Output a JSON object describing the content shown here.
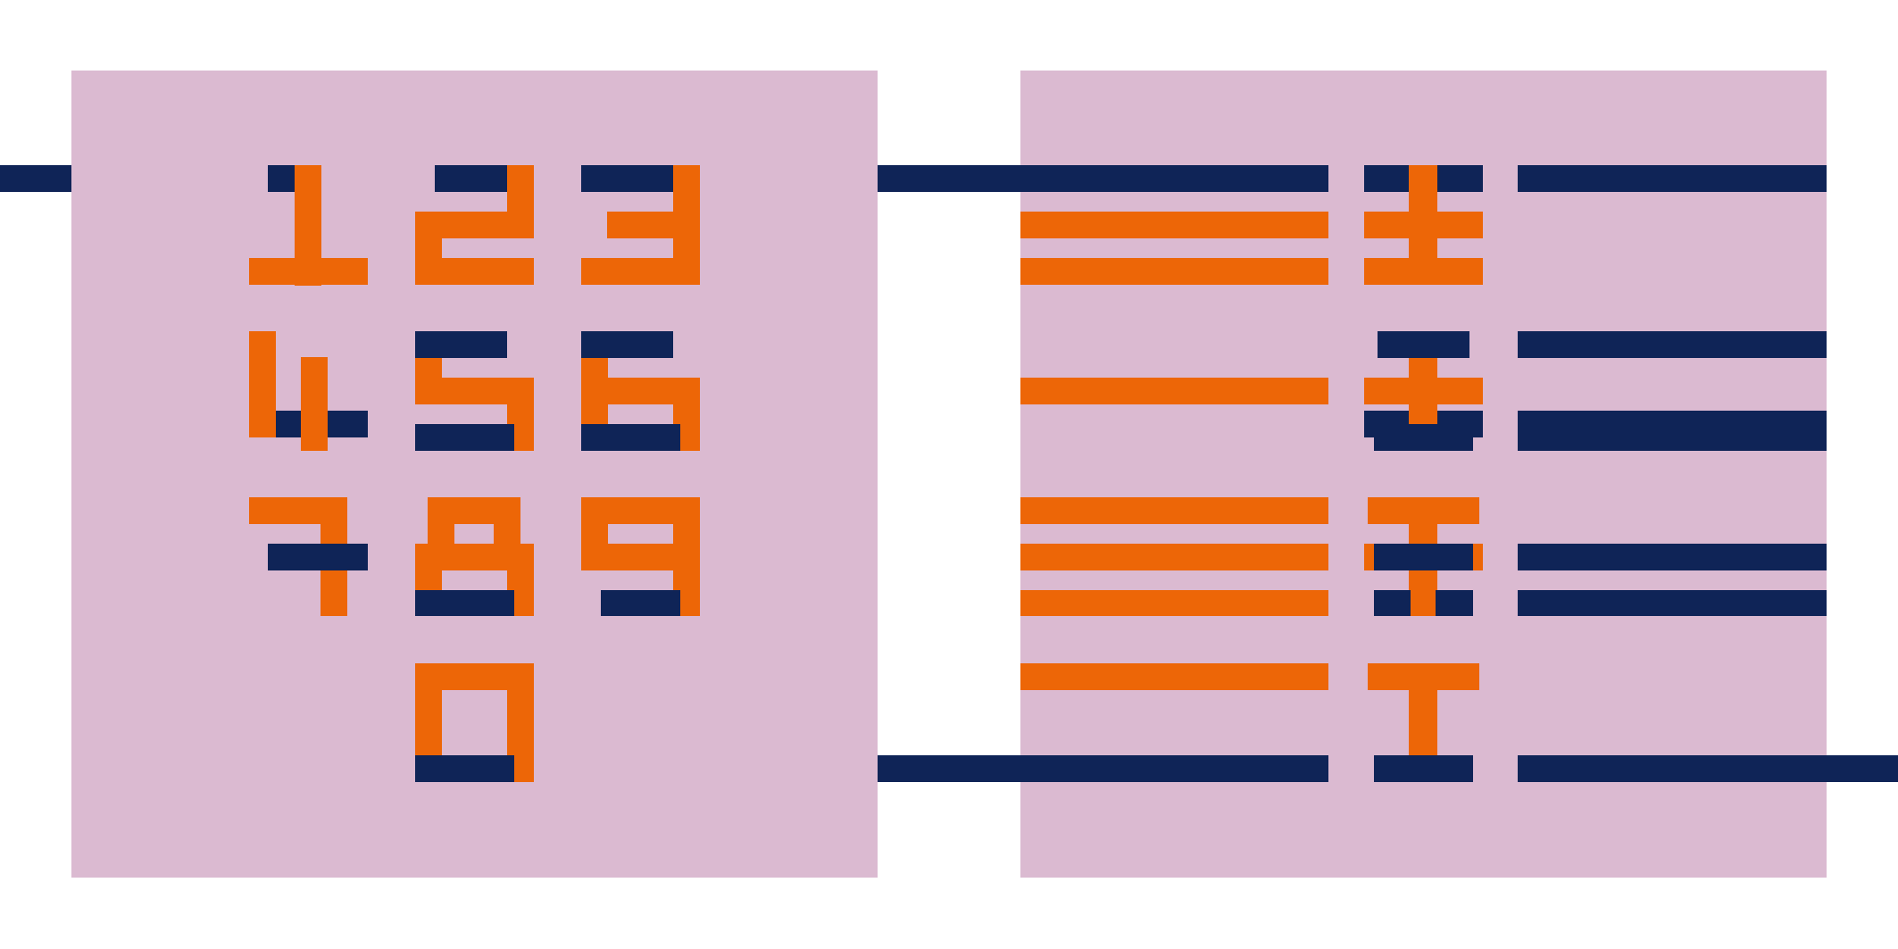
{
  "artwork": {
    "background_color": "#ffffff",
    "panel_color": "#dbbad1",
    "navy_color": "#0f2457",
    "orange_color": "#ed6607",
    "digits": [
      "1",
      "2",
      "3",
      "4",
      "5",
      "6",
      "7",
      "8",
      "9",
      "0"
    ]
  }
}
